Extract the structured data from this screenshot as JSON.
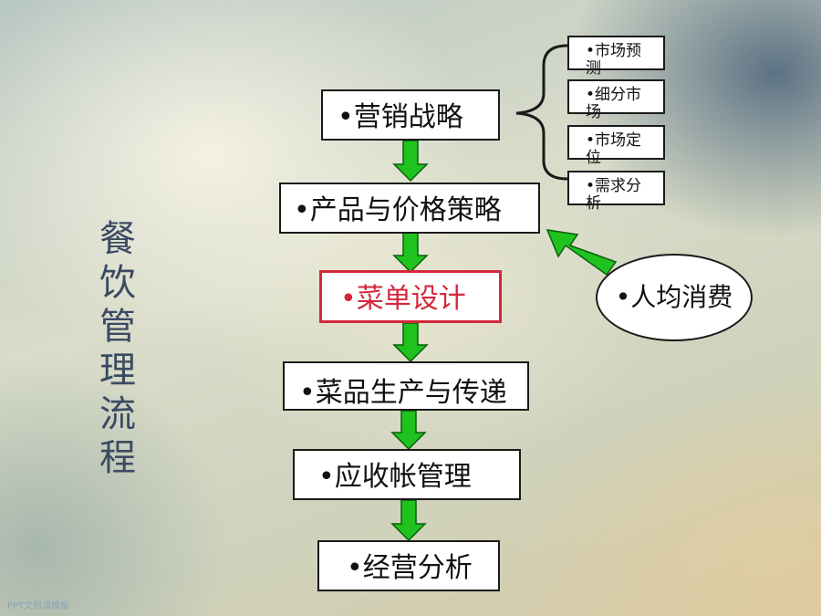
{
  "title": [
    "餐",
    "饮",
    "管",
    "理",
    "流",
    "程"
  ],
  "flow": [
    {
      "label": "•营销战略",
      "highlight": false
    },
    {
      "label": "•产品与价格策略",
      "highlight": false
    },
    {
      "label": "•菜单设计",
      "highlight": true
    },
    {
      "label": "•菜品生产与传递",
      "highlight": false
    },
    {
      "label": "•应收帐管理",
      "highlight": false
    },
    {
      "label": "•经营分析",
      "highlight": false
    }
  ],
  "branches": [
    "•市场预测",
    "•细分市场",
    "•市场定位",
    "•需求分析"
  ],
  "influence": "•人均消费",
  "footer": "PPT文档演模板",
  "colors": {
    "arrow_fill": "#1fc21f",
    "highlight": "#d3283a",
    "title": "#3b4a63"
  }
}
